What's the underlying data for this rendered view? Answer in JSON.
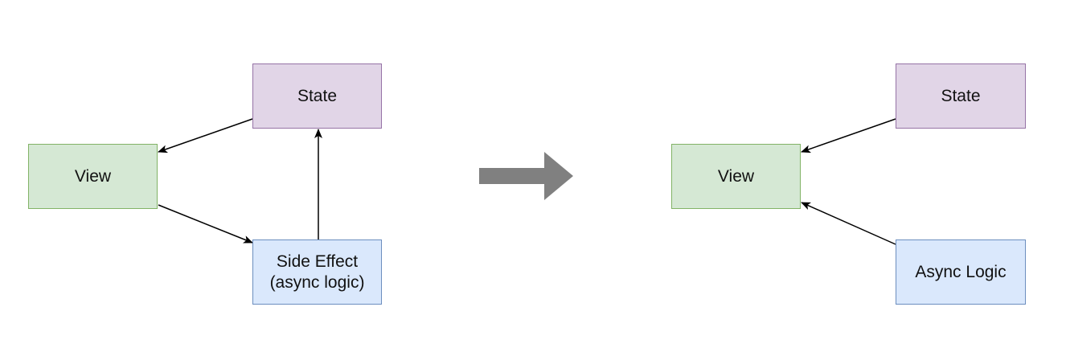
{
  "left_diagram": {
    "state_label": "State",
    "view_label": "View",
    "side_effect_label": "Side Effect\n(async logic)"
  },
  "right_diagram": {
    "state_label": "State",
    "view_label": "View",
    "async_logic_label": "Async Logic"
  },
  "colors": {
    "state_fill": "#e1d5e7",
    "state_stroke": "#9673a6",
    "view_fill": "#d5e8d4",
    "view_stroke": "#82b366",
    "effect_fill": "#dae8fc",
    "effect_stroke": "#6c8ebf",
    "edge": "#000000",
    "transition_arrow": "#808080"
  }
}
